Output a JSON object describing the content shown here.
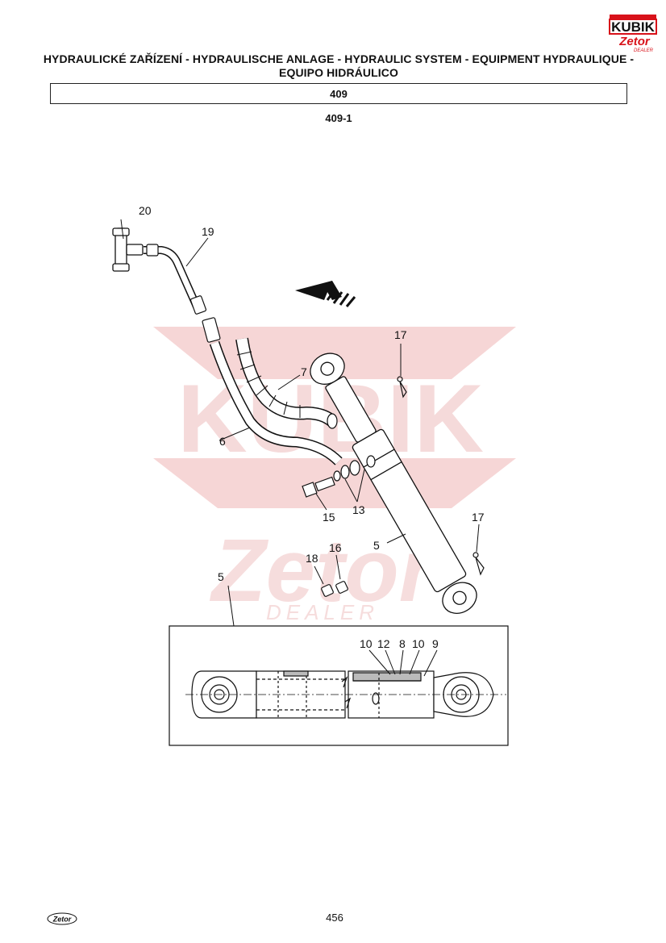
{
  "header": {
    "title_line1": "HYDRAULICKÉ ZAŘÍZENÍ - HYDRAULISCHE ANLAGE - HYDRAULIC SYSTEM - EQUIPMENT HYDRAULIQUE -",
    "title_line2": "EQUIPO HIDRÁULICO",
    "section": "409",
    "subsection": "409-1"
  },
  "logo": {
    "brand": "KUBIK",
    "sub": "Zetor",
    "dealer": "DEALER"
  },
  "watermark": {
    "brand": "KUBIK",
    "sub": "Zetor",
    "dealer": "DEALER"
  },
  "callouts": {
    "c20": "20",
    "c19": "19",
    "c17a": "17",
    "c7": "7",
    "c6": "6",
    "c15": "15",
    "c13": "13",
    "c17b": "17",
    "c5a": "5",
    "c18": "18",
    "c16": "16",
    "c5b": "5",
    "d10a": "10",
    "d12": "12",
    "d8": "8",
    "d10b": "10",
    "d9": "9"
  },
  "footer": {
    "page": "456",
    "logo": "Zetor"
  },
  "colors": {
    "watermark": "#f6d2d2",
    "logo_red": "#d8121a",
    "ink": "#111111"
  }
}
